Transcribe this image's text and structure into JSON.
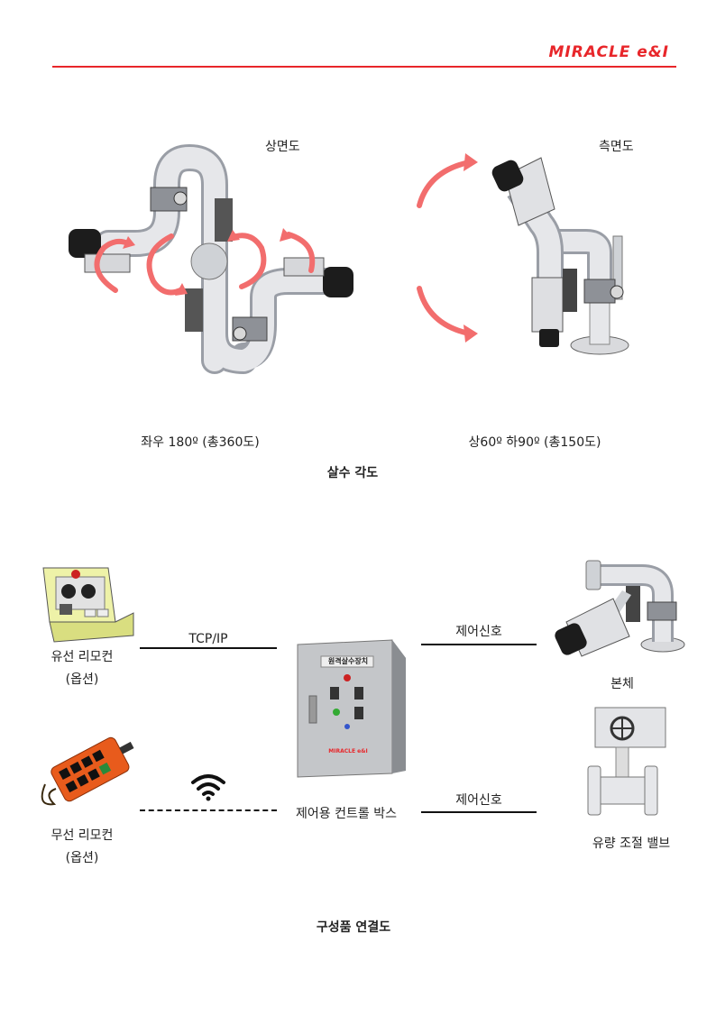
{
  "header": {
    "logo": "MIRACLE e&I",
    "accent_color": "#e8262a"
  },
  "angles": {
    "top_view_label": "상면도",
    "side_view_label": "측면도",
    "horizontal_range": "좌우 180º (총360도)",
    "vertical_range": "상60º 하90º (총150도)",
    "caption": "살수 각도",
    "arrow_color": "#f26d6d"
  },
  "connections": {
    "wired_remote": {
      "label": "유선 리모컨",
      "note": "(옵션)"
    },
    "wireless_remote": {
      "label": "무선 리모컨",
      "note": "(옵션)"
    },
    "tcp_label": "TCP/IP",
    "control_box": {
      "label": "제어용 컨트롤 박스",
      "panel_title": "원격살수장치",
      "panel_logo": "MIRACLE e&I"
    },
    "signal_top": "제어신호",
    "signal_bottom": "제어신호",
    "main_body": "본체",
    "flow_valve": "유량 조절 밸브",
    "caption": "구성품 연결도"
  }
}
